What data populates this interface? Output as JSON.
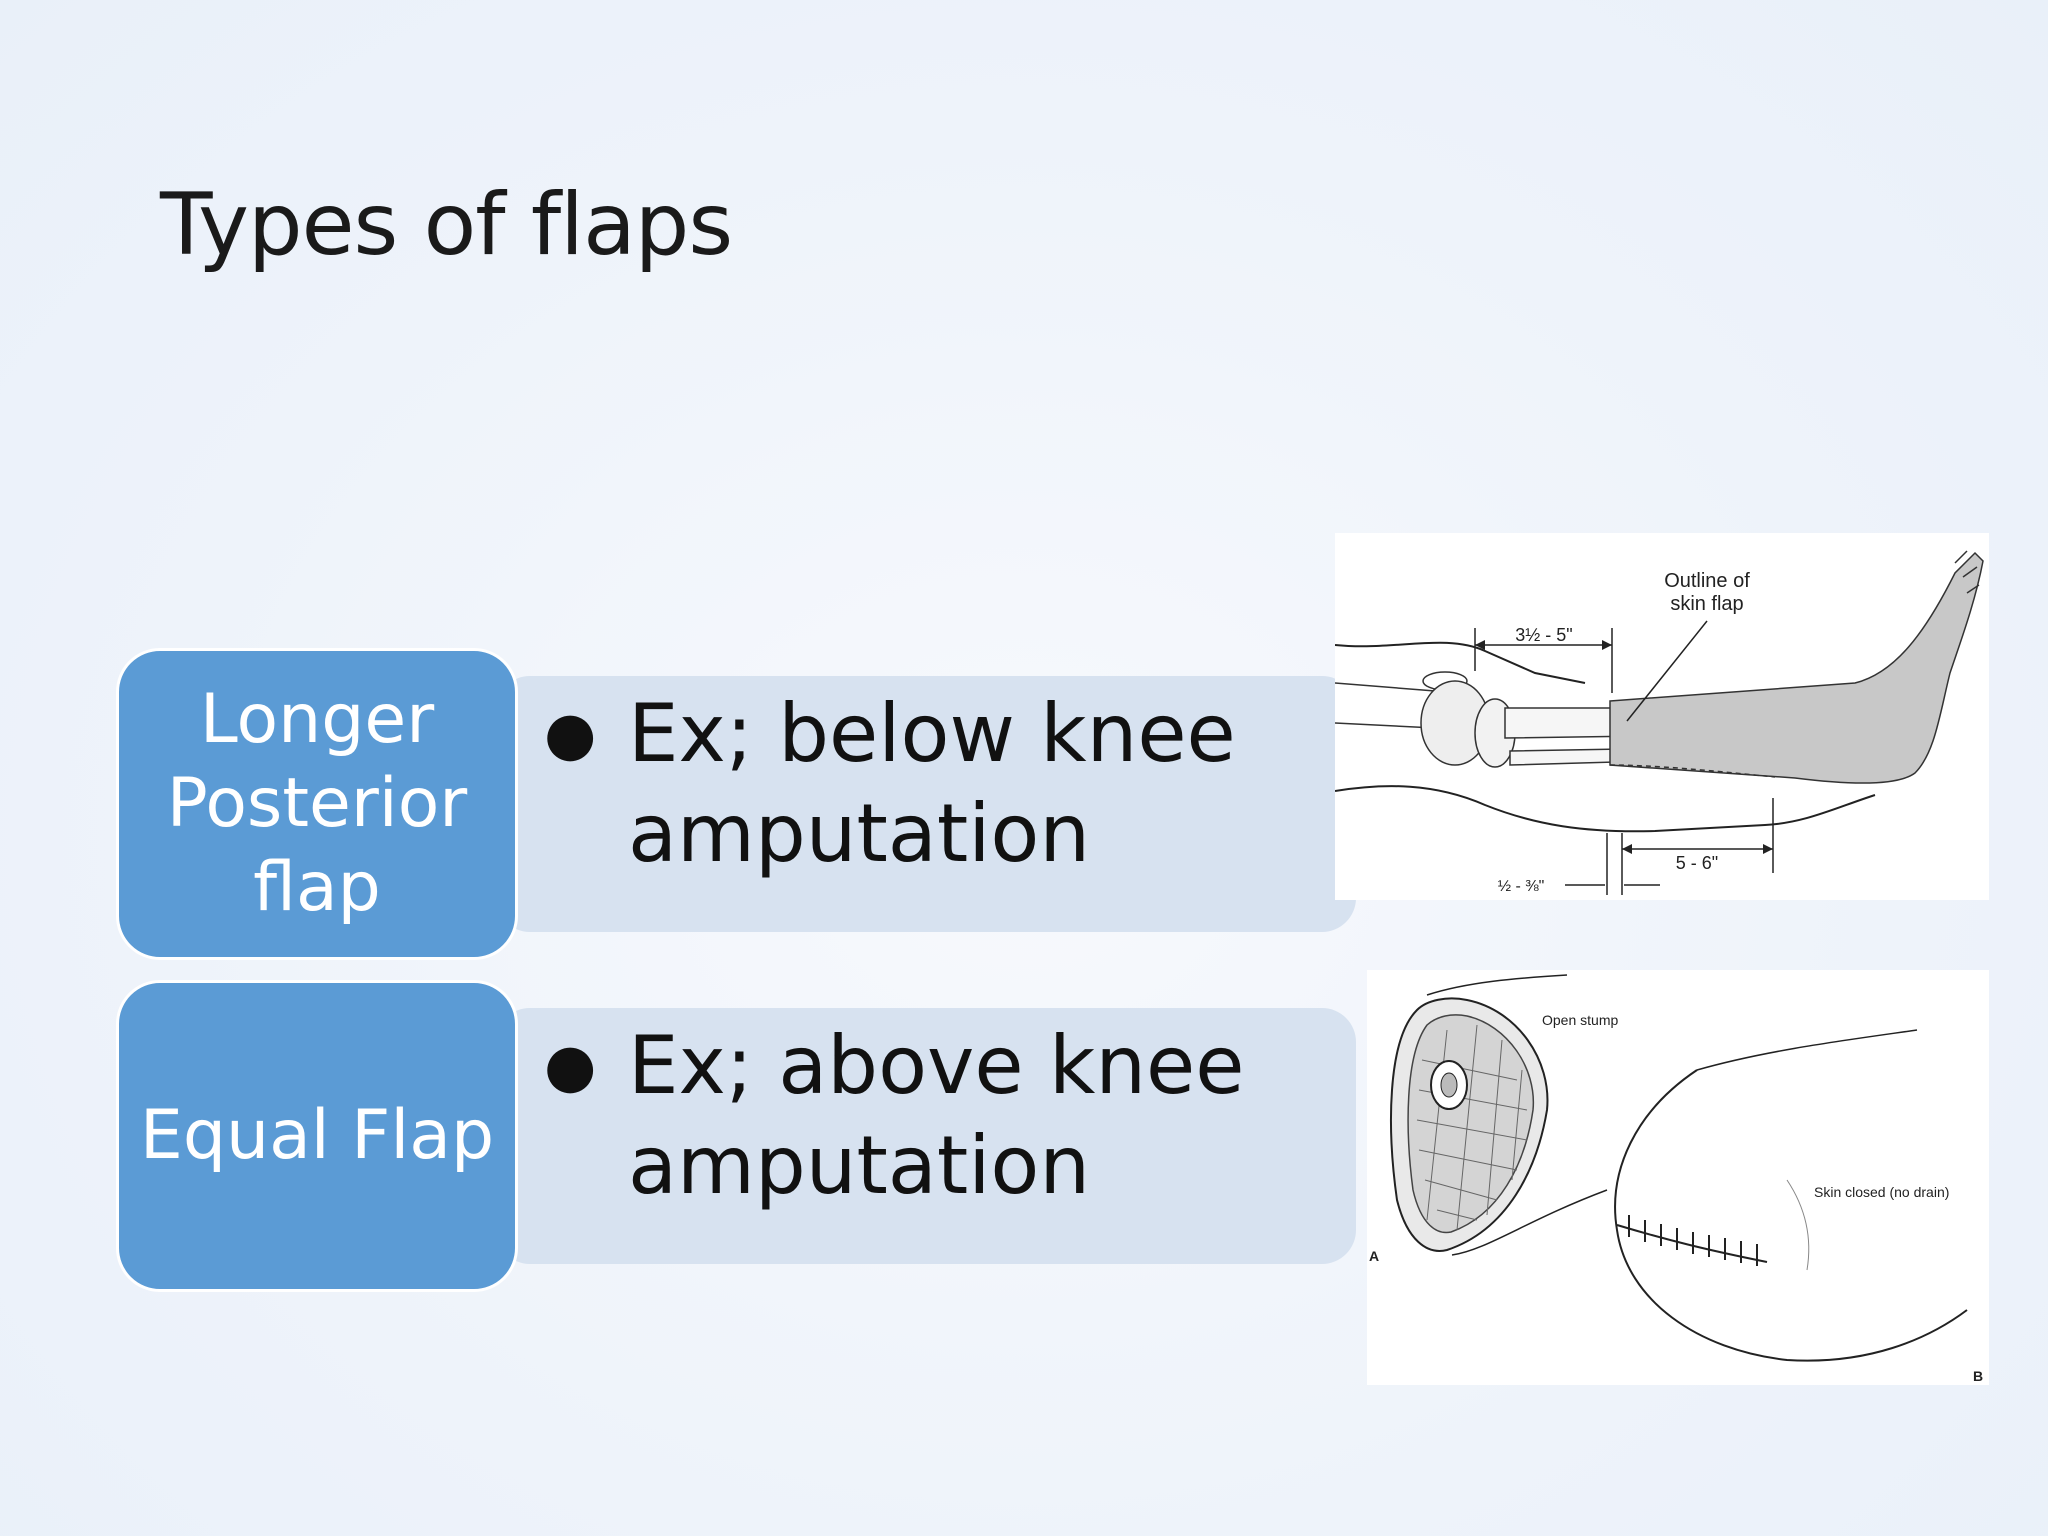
{
  "slide": {
    "title": "Types of flaps"
  },
  "rows": [
    {
      "label": "Longer Posterior flap",
      "bullet": "Ex; below knee amputation"
    },
    {
      "label": "Equal Flap",
      "bullet": "Ex; above knee amputation"
    }
  ],
  "figures": {
    "leg": {
      "outline_label_1": "Outline of",
      "outline_label_2": "skin flap",
      "dim_top": "3½ - 5\"",
      "dim_bottom_right": "5 - 6\"",
      "dim_bottom_left": "½ - ⅜\""
    },
    "stump": {
      "open_label": "Open stump",
      "closed_label": "Skin closed (no drain)",
      "letter_a": "A",
      "letter_b": "B"
    }
  },
  "colors": {
    "label_box": "#5b9bd5",
    "panel": "#d7e2f0",
    "background": "#eef3fa"
  }
}
